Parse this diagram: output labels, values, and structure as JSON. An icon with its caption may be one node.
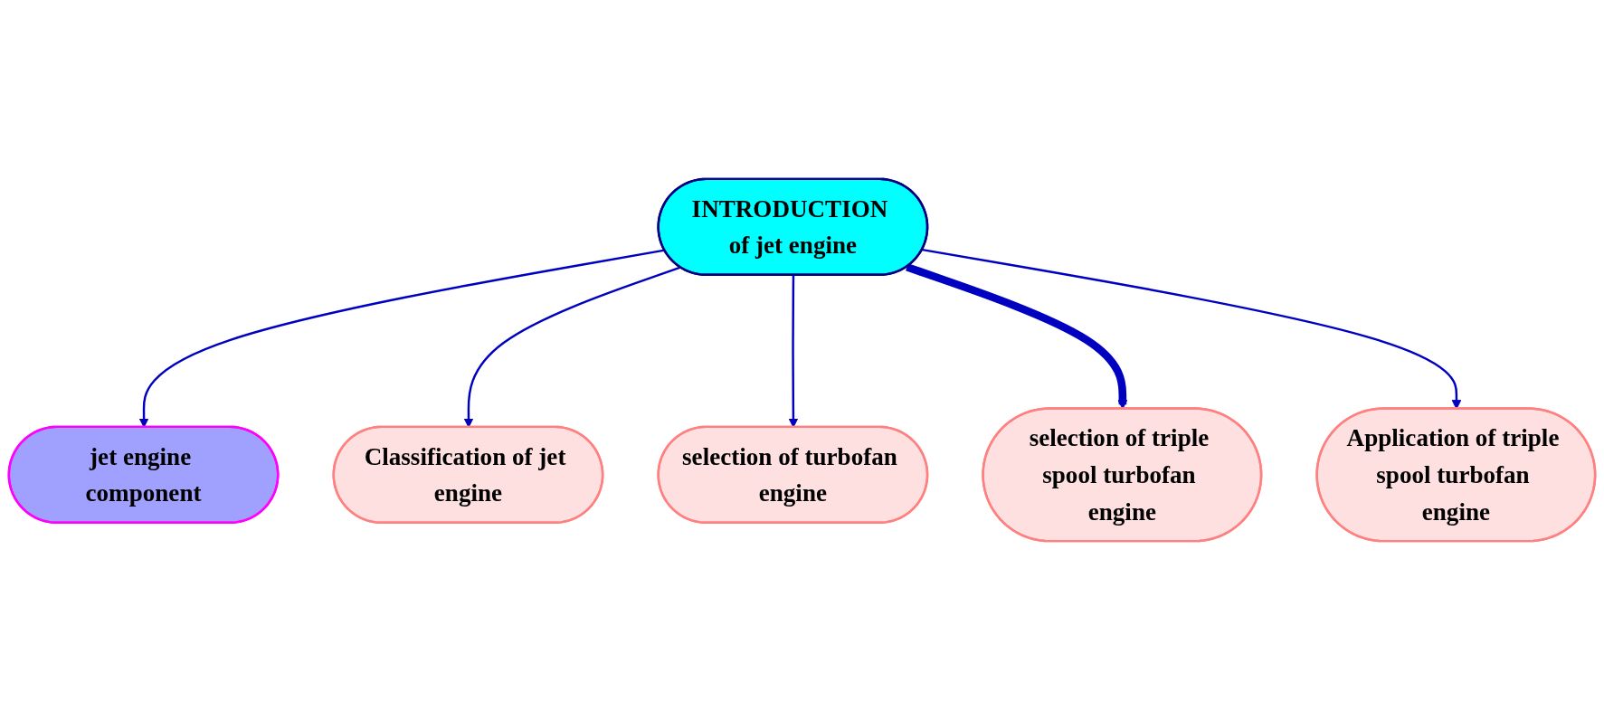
{
  "diagram": {
    "nodes": [
      {
        "text": [
          "INTRODUCTION of jet engine"
        ]
      },
      {
        "text": [
          "jet engine component"
        ]
      },
      {
        "text": [
          "Classification of jet engine"
        ]
      },
      {
        "text": [
          "selection of turbofan engine"
        ]
      },
      {
        "text": [
          "selection of triple spool turbofan engine"
        ]
      },
      {
        "text": [
          "Application of triple spool turbofan engine"
        ]
      }
    ],
    "edges": [
      {
        "from": 0,
        "to": 1,
        "arrow": "to"
      },
      {
        "from": 0,
        "to": 2,
        "arrow": "to"
      },
      {
        "from": 0,
        "to": 3,
        "arrow": "to"
      },
      {
        "from": 0,
        "to": 4,
        "arrow": "to",
        "style": "thick"
      },
      {
        "from": 0,
        "to": 5,
        "arrow": "to"
      }
    ]
  }
}
